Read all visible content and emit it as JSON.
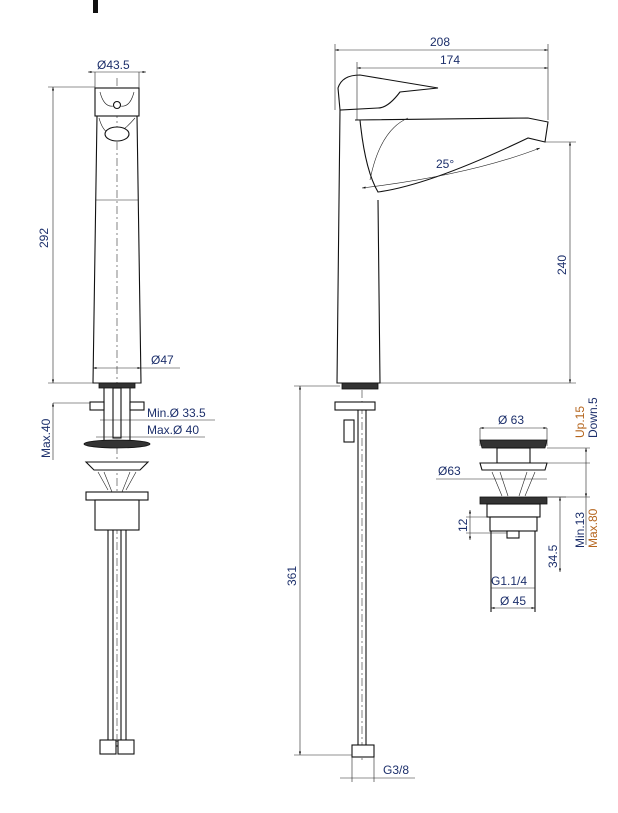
{
  "drawing": {
    "side_view": {
      "dia_top": "Ø43.5",
      "height": "292",
      "dia_body": "Ø47",
      "min_hole": "Min.Ø 33.5",
      "max_hole": "Max.Ø 40",
      "max_deck": "Max.40"
    },
    "front_view": {
      "overall_length": "208",
      "spout_reach": "174",
      "angle": "25°",
      "spout_height": "240",
      "hose_length": "361",
      "hose_thread": "G3/8"
    },
    "waste_detail": {
      "cap_dia": "Ø 63",
      "flange_dia": "Ø63",
      "up": "Up.15",
      "down": "Down.5",
      "min": "Min.13",
      "max": "Max.80",
      "nut_height": "12",
      "tail_length": "34.5",
      "thread": "G1.1/4",
      "tail_dia": "Ø 45"
    },
    "colors": {
      "dimension_text": "#1c2f6b",
      "accent_text": "#b5651d"
    }
  }
}
